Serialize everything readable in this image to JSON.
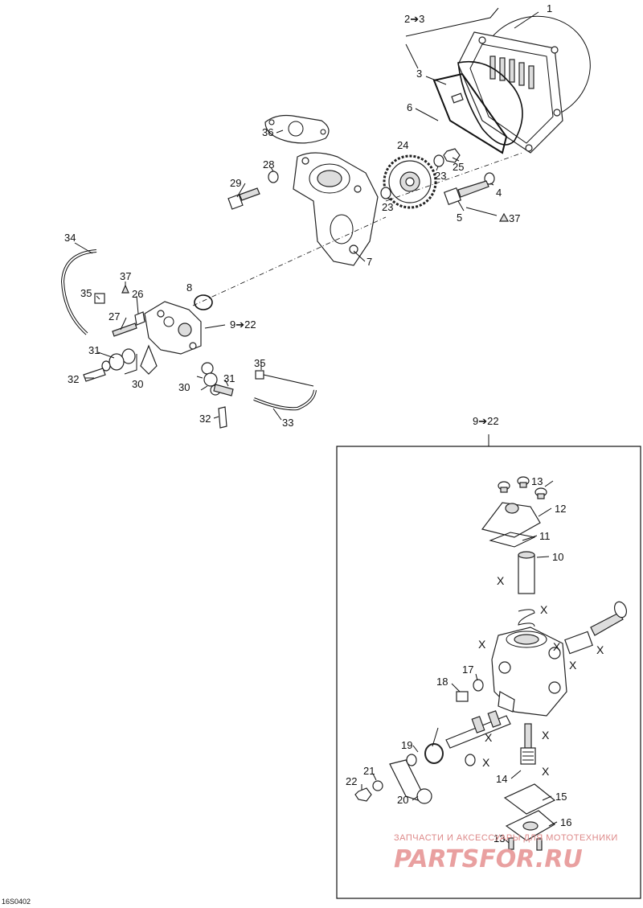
{
  "diagram": {
    "code": "16S0402",
    "callouts": {
      "c1": "1",
      "c2_3": "2➔3",
      "c3": "3",
      "c6": "6",
      "c24": "24",
      "c36": "36",
      "c28": "28",
      "c29": "29",
      "c23a": "23",
      "c23b": "23",
      "c25": "25",
      "c4": "4",
      "c5": "5",
      "c37a": "37",
      "c7": "7",
      "c34": "34",
      "c37b": "37",
      "c35a": "35",
      "c26": "26",
      "c8": "8",
      "c27": "27",
      "c9_22a": "9➔22",
      "c31a": "31",
      "c30a": "30",
      "c32a": "32",
      "c35b": "35",
      "c30b": "30",
      "c31b": "31",
      "c32b": "32",
      "c33": "33",
      "c9_22b": "9➔22",
      "c13a": "13",
      "c12": "12",
      "c11": "11",
      "c10": "10",
      "c17": "17",
      "c18": "18",
      "c19": "19",
      "c21": "21",
      "c22": "22",
      "c20": "20",
      "c14": "14",
      "c15": "15",
      "c16": "16",
      "c13b": "13"
    },
    "x_marker": "X"
  },
  "watermark": {
    "line1": "ЗАПЧАСТИ И АКСЕССУАРЫ ДЛЯ МОТОТЕХНИКИ",
    "line2": "PARTSFOR.RU"
  }
}
